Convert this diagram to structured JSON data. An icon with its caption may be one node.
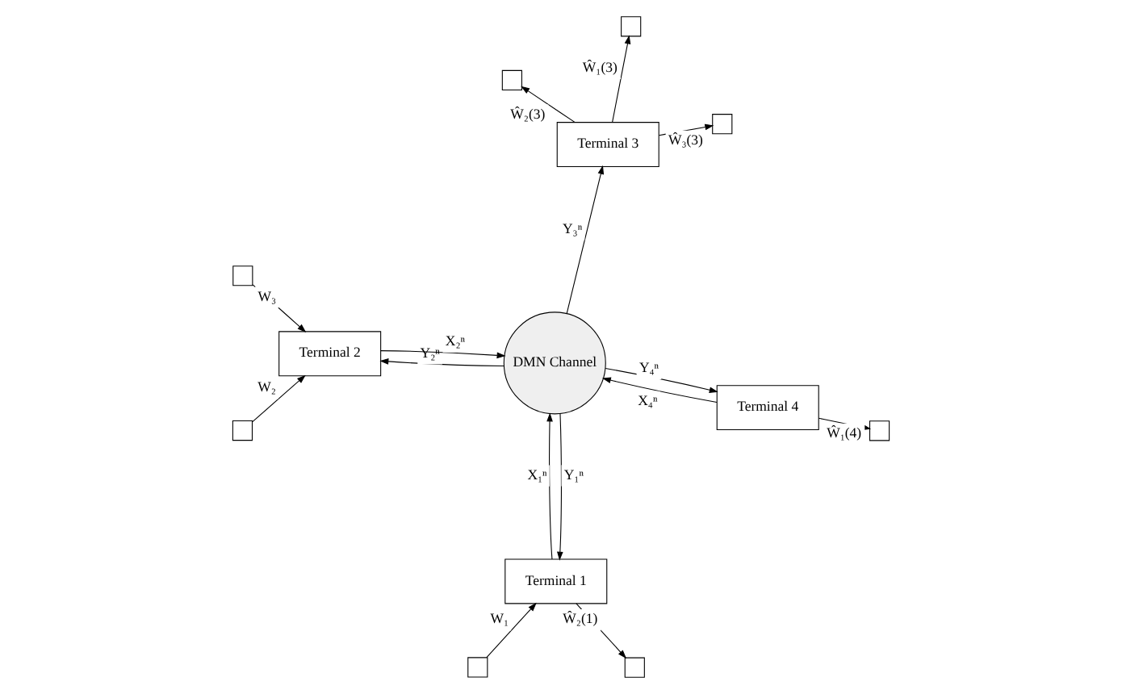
{
  "diagram": {
    "nodes": [
      {
        "text": [],
        "shape": "box"
      },
      {
        "text": [],
        "shape": "box"
      },
      {
        "text": [
          "Terminal 1"
        ]
      },
      {
        "text": [],
        "shape": "box"
      },
      {
        "text": [
          "Terminal 3"
        ]
      },
      {
        "text": [
          "DMN Channel"
        ]
      },
      {
        "text": [],
        "shape": "box"
      },
      {
        "text": [],
        "shape": "box"
      },
      {
        "text": [
          "Terminal 2"
        ]
      },
      {
        "text": [
          "Terminal 4"
        ]
      },
      {
        "text": [],
        "shape": "box"
      },
      {
        "text": [],
        "shape": "box"
      },
      {
        "text": [],
        "shape": "box"
      }
    ],
    "edges": [
      {
        "from": 0,
        "to": 2,
        "arrow": "to",
        "label": "W₁"
      },
      {
        "from": 2,
        "to": 1,
        "arrow": "to",
        "label": "Ŵ₂(1)"
      },
      {
        "from": 2,
        "to": 5,
        "arrow": "to",
        "label": "X₁ⁿ"
      },
      {
        "from": 5,
        "to": 2,
        "arrow": "to",
        "label": "Y₁ⁿ"
      },
      {
        "from": 5,
        "to": 4,
        "arrow": "to",
        "label": "Y₃ⁿ"
      },
      {
        "from": 4,
        "to": 3,
        "arrow": "to",
        "label": "Ŵ₁(3)"
      },
      {
        "from": 4,
        "to": 6,
        "arrow": "to",
        "label": "Ŵ₂(3)"
      },
      {
        "from": 4,
        "to": 7,
        "arrow": "to",
        "label": "Ŵ₃(3)"
      },
      {
        "from": 8,
        "to": 5,
        "arrow": "to",
        "label": "X₂ⁿ"
      },
      {
        "from": 5,
        "to": 8,
        "arrow": "to",
        "label": "Y₂ⁿ"
      },
      {
        "from": 9,
        "to": 5,
        "arrow": "to",
        "label": "X₄ⁿ"
      },
      {
        "from": 5,
        "to": 9,
        "arrow": "to",
        "label": "Y₄ⁿ"
      },
      {
        "from": 10,
        "to": 8,
        "arrow": "to",
        "label": "W₂"
      },
      {
        "from": 11,
        "to": 8,
        "arrow": "to",
        "label": "W₃"
      },
      {
        "from": 9,
        "to": 12,
        "arrow": "to",
        "label": "Ŵ₁(4)"
      }
    ]
  }
}
